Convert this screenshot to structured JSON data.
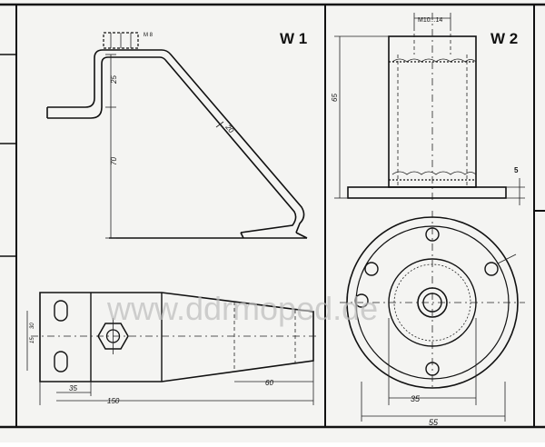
{
  "panels": {
    "w1": {
      "label": "W 1"
    },
    "w2": {
      "label": "W 2"
    }
  },
  "w1": {
    "top_note": "M 8",
    "dim_25": "25",
    "dim_70": "70",
    "dim_slope": "20",
    "dim_35": "35",
    "dim_150": "150",
    "dim_60": "60",
    "side_dim_a": "30",
    "side_dim_b": "15"
  },
  "w2": {
    "thread_label": "M10...14",
    "dim_height": "65",
    "dim_plate": "5",
    "dim_35": "35",
    "dim_55": "55"
  },
  "watermark": "www.ddrmoped.de"
}
